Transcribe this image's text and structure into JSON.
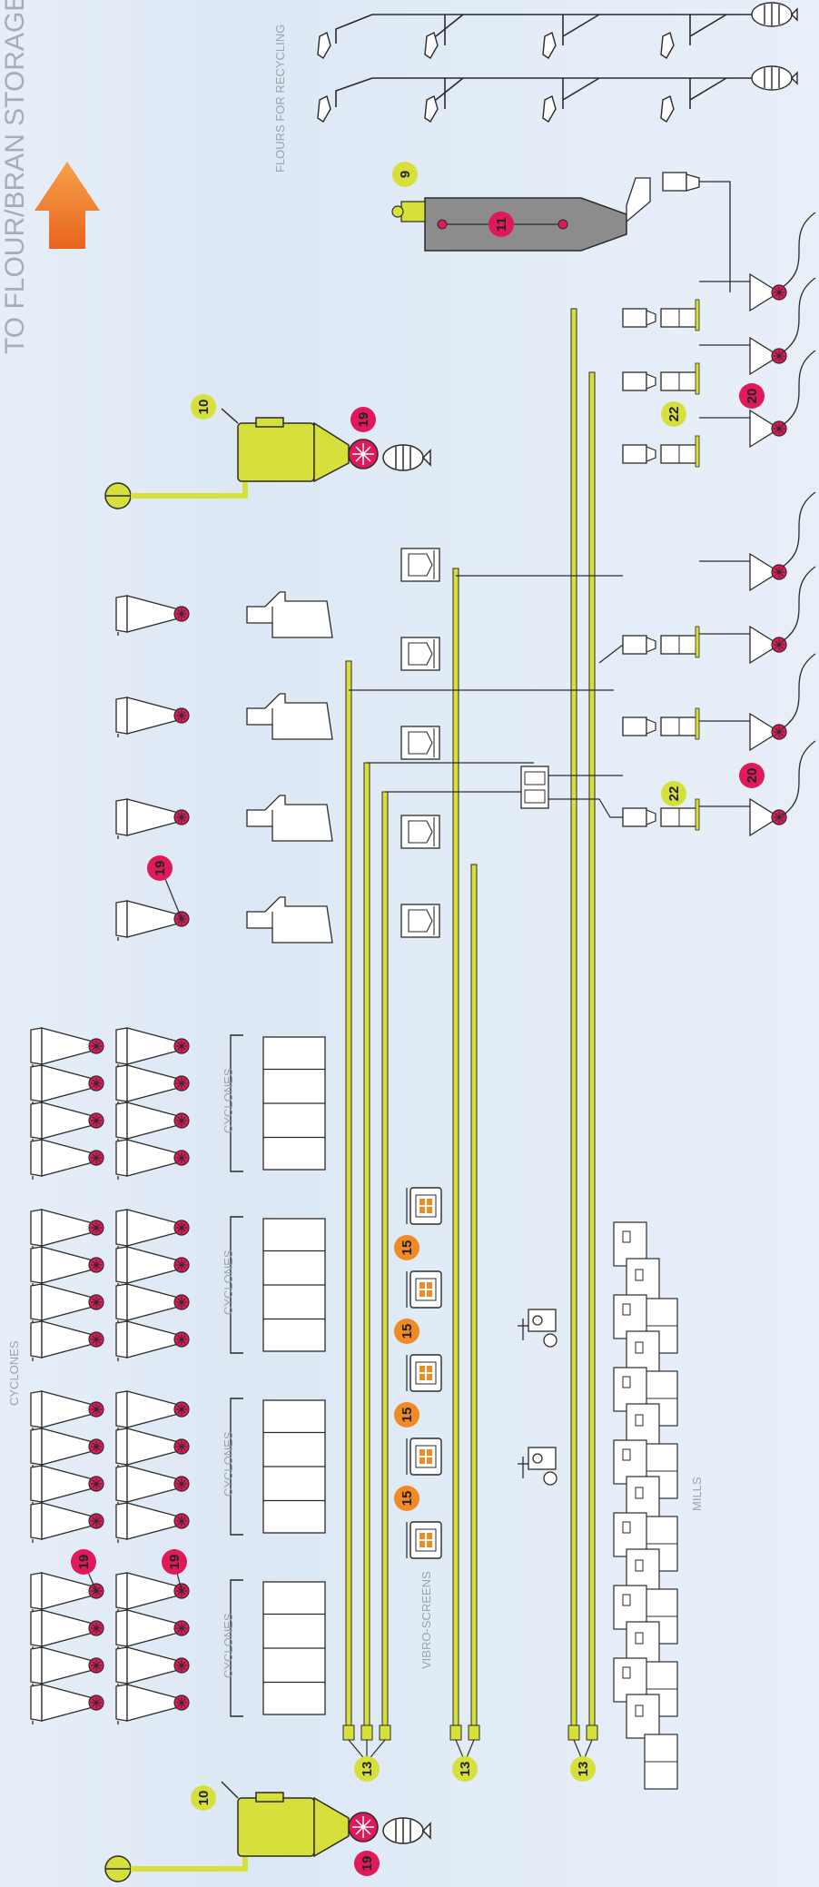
{
  "title": "TO FLOUR/BRAN STORAGE",
  "labels": {
    "flours_for_recycling": "FLOURS FOR RECYCLING",
    "cyclones": "CYCLONES",
    "vibro_screens": "VIBRO-SCREENS",
    "mills": "MILLS"
  },
  "badges": {
    "n9": "9",
    "n10": "10",
    "n11": "11",
    "n13": "13",
    "n15": "15",
    "n19": "19",
    "n20": "20",
    "n22": "22"
  },
  "colors": {
    "yellow": "#d7df3a",
    "pink": "#e0195a",
    "orange": "#f08a24",
    "line": "#2b2b2b",
    "gray_machine": "#8c8c8c",
    "background": "#e2ecf7"
  },
  "icons": {
    "arrow": "arrow-up-icon",
    "cyclone": "cyclone-icon",
    "fan": "fan-icon",
    "rotary_valve": "rotary-valve-icon",
    "mill": "mill-icon",
    "sifter": "vibro-screen-icon",
    "filter": "filter-icon"
  }
}
